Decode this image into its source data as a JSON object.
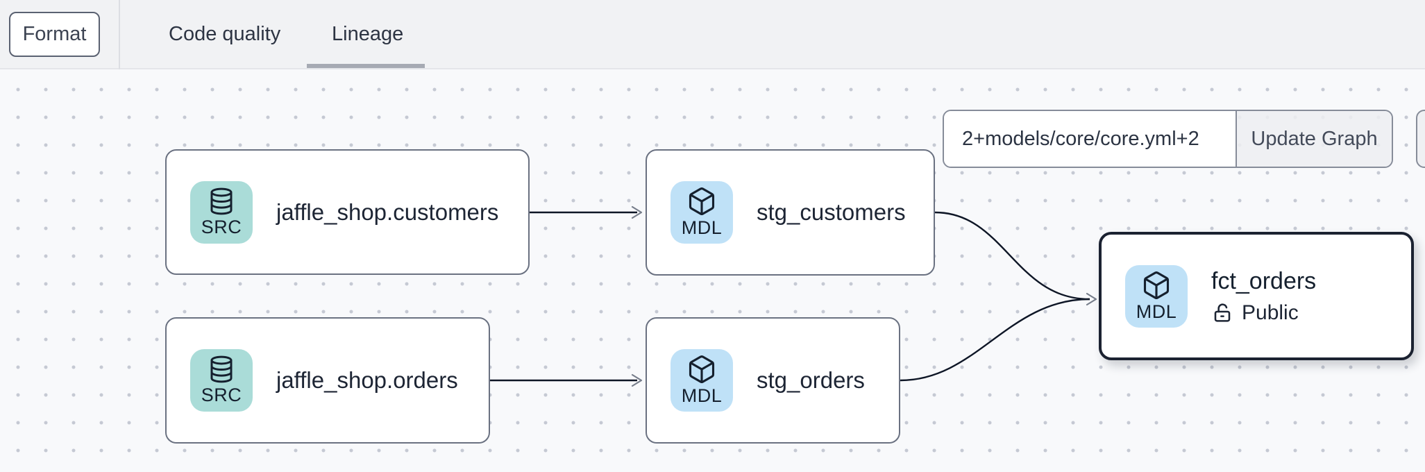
{
  "header": {
    "format_button": "Format",
    "tabs": [
      {
        "label": "Code quality",
        "active": false
      },
      {
        "label": "Lineage",
        "active": true
      }
    ]
  },
  "lineage_controls": {
    "selector_value": "2+models/core/core.yml+2",
    "update_button": "Update Graph"
  },
  "graph": {
    "nodes": [
      {
        "type": "source",
        "badge": "SRC",
        "label": "jaffle_shop.customers",
        "selected": false
      },
      {
        "type": "model",
        "badge": "MDL",
        "label": "stg_customers",
        "selected": false
      },
      {
        "type": "source",
        "badge": "SRC",
        "label": "jaffle_shop.orders",
        "selected": false
      },
      {
        "type": "model",
        "badge": "MDL",
        "label": "stg_orders",
        "selected": false
      },
      {
        "type": "model",
        "badge": "MDL",
        "label": "fct_orders",
        "access_label": "Public",
        "selected": true
      }
    ],
    "edges": [
      {
        "from": "jaffle_shop.customers",
        "to": "stg_customers"
      },
      {
        "from": "jaffle_shop.orders",
        "to": "stg_orders"
      },
      {
        "from": "stg_customers",
        "to": "fct_orders"
      },
      {
        "from": "stg_orders",
        "to": "fct_orders"
      }
    ]
  },
  "colors": {
    "source_badge_bg": "#aadcd8",
    "model_badge_bg": "#bfe1f7",
    "node_border": "#6a7181",
    "selected_node_border": "#1b2231",
    "edge_line": "#0e1626",
    "tab_underline": "#a6aab3",
    "topbar_bg": "#f1f2f4",
    "canvas_bg": "#f8f9fb"
  }
}
